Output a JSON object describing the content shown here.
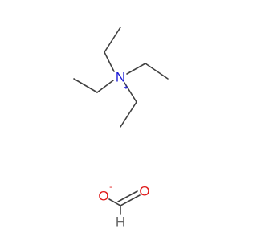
{
  "molecule": {
    "cation": {
      "n_atom": {
        "symbol": "N",
        "charge": "+",
        "color": "#1a1ad6"
      },
      "bond_color": "#404040"
    },
    "anion": {
      "o_single": {
        "symbol": "O",
        "charge": "-",
        "color": "#e01b1b"
      },
      "o_double": {
        "symbol": "O",
        "color": "#e01b1b"
      },
      "h_atom": {
        "symbol": "H",
        "color": "#666666"
      },
      "bond_color": "#404040"
    }
  }
}
